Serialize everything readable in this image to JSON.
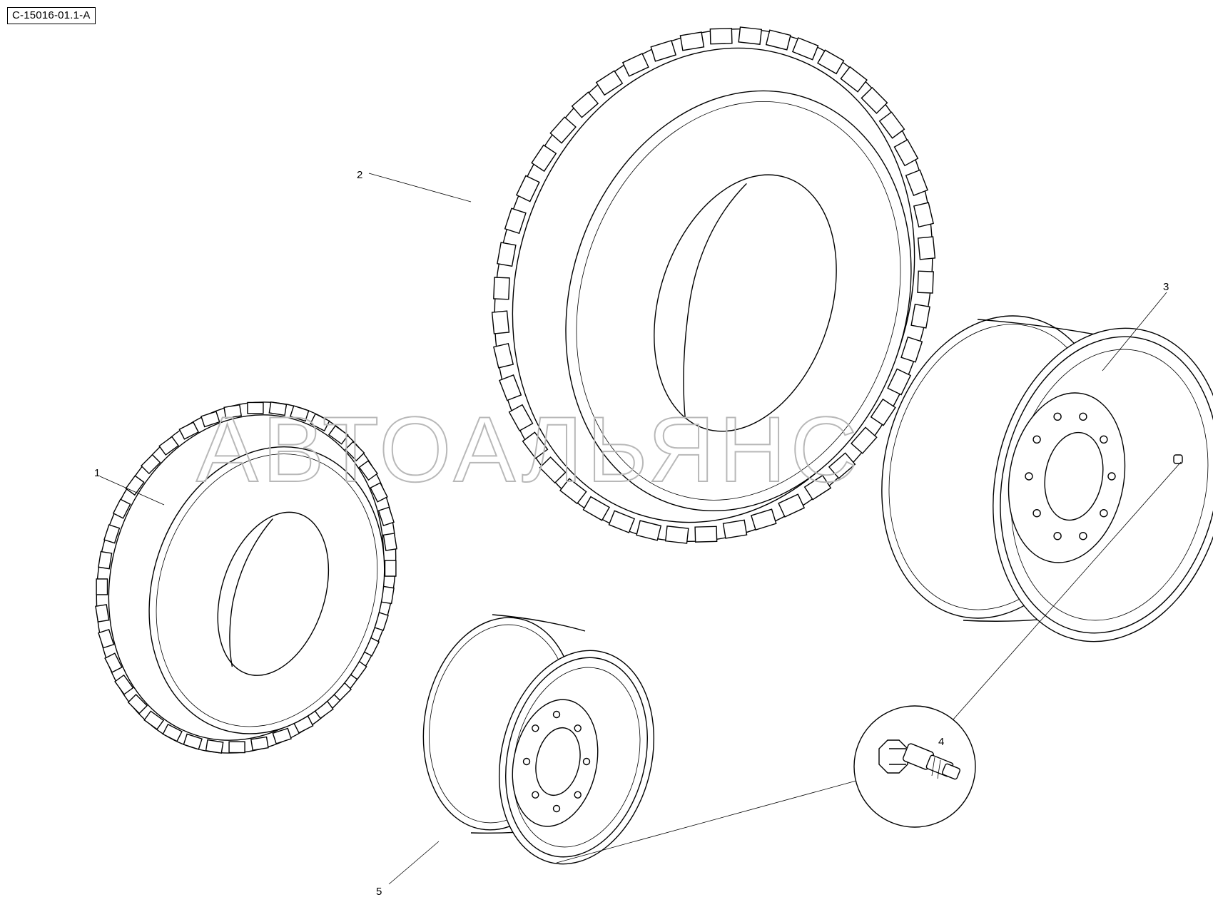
{
  "reference_code": "C-15016-01.1-A",
  "watermark": "АВТОАЛЬЯНС",
  "callouts": [
    {
      "id": "1"
    },
    {
      "id": "2"
    },
    {
      "id": "3"
    },
    {
      "id": "4"
    },
    {
      "id": "5"
    }
  ]
}
